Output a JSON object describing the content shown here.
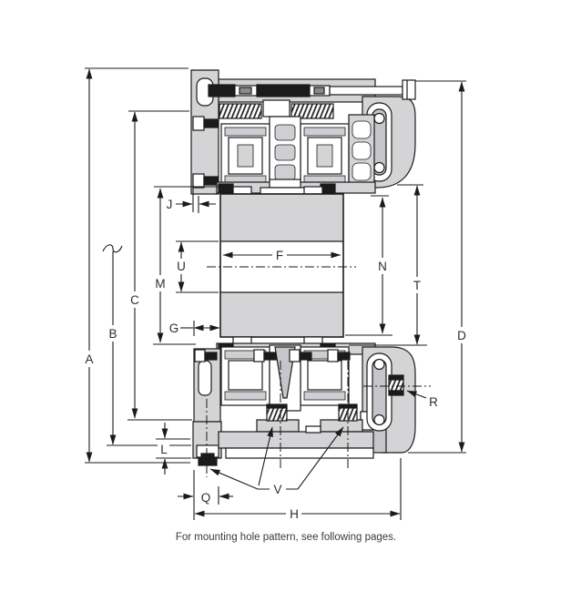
{
  "diagram": {
    "type": "technical-cross-section-drawing",
    "caption": "For mounting hole pattern, see following pages.",
    "labels": {
      "A": "A",
      "B": "B",
      "C": "C",
      "D": "D",
      "F": "F",
      "G": "G",
      "H": "H",
      "J": "J",
      "L": "L",
      "M": "M",
      "N": "N",
      "Q": "Q",
      "R": "R",
      "T": "T",
      "U": "U",
      "V": "V"
    }
  },
  "colors": {
    "background": "#ffffff",
    "line": "#1b1b1b",
    "fill_light_gray": "#d4d4d6",
    "fill_mid_gray": "#c6c6ca",
    "label_text": "#2d2d2d"
  }
}
